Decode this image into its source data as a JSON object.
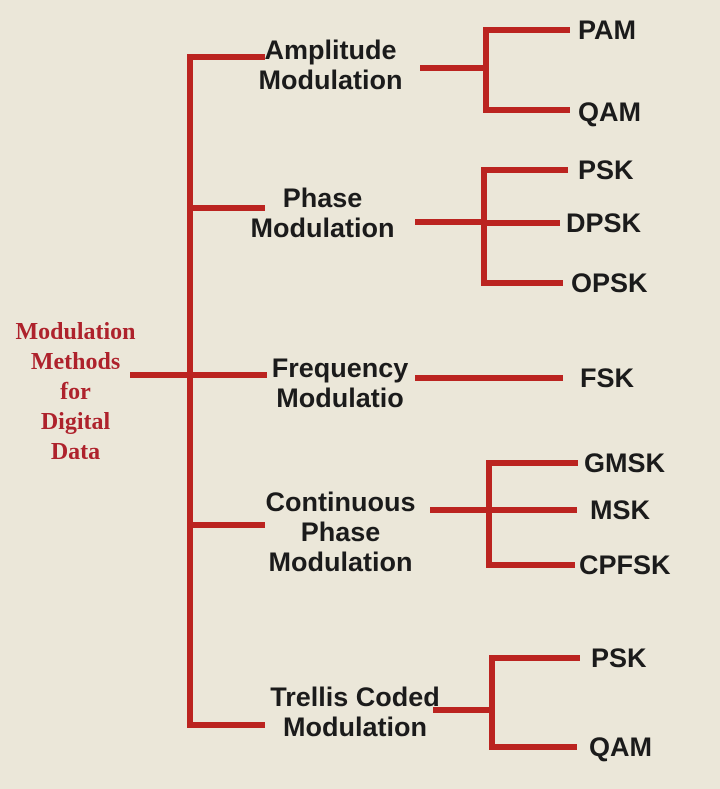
{
  "colors": {
    "background": "#ebe7d9",
    "line": "#bb2420",
    "root_text": "#ae222c",
    "branch_text": "#1b1b1b"
  },
  "root": {
    "label": "Modulation Methods for Digital Data",
    "lines": [
      "Modulation",
      "Methods",
      "for",
      "Digital",
      "Data"
    ]
  },
  "branches": [
    {
      "id": "amplitude-modulation",
      "lines": [
        "Amplitude",
        "Modulation"
      ],
      "children": [
        "PAM",
        "QAM"
      ]
    },
    {
      "id": "phase-modulation",
      "lines": [
        "Phase",
        "Modulation"
      ],
      "children": [
        "PSK",
        "DPSK",
        "OPSK"
      ]
    },
    {
      "id": "frequency-modulation",
      "lines": [
        "Frequency",
        "Modulatio"
      ],
      "children": [
        "FSK"
      ]
    },
    {
      "id": "continuous-phase-modulation",
      "lines": [
        "Continuous",
        "Phase",
        "Modulation"
      ],
      "children": [
        "GMSK",
        "MSK",
        "CPFSK"
      ]
    },
    {
      "id": "trellis-coded-modulation",
      "lines": [
        "Trellis Coded",
        "Modulation"
      ],
      "children": [
        "PSK",
        "QAM"
      ]
    }
  ]
}
